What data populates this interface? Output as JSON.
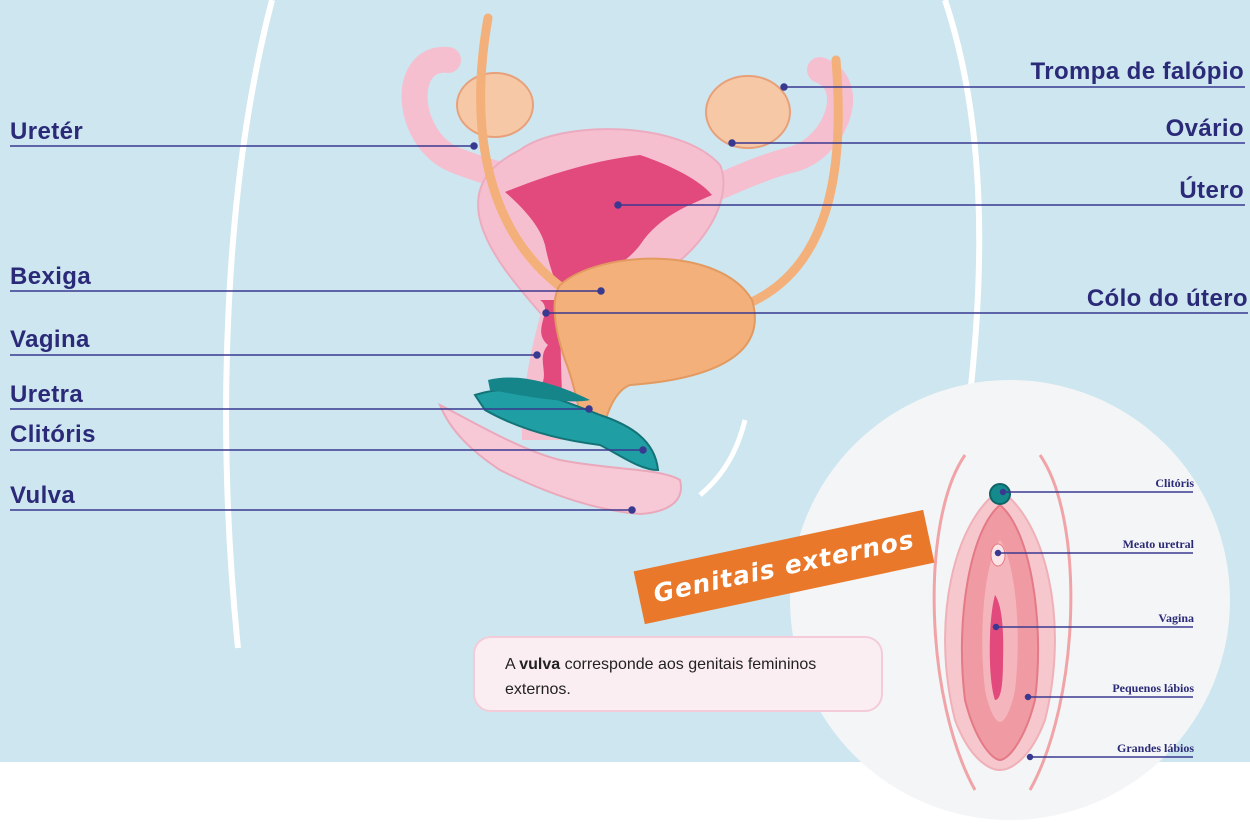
{
  "labels_internal": {
    "ureter": "Uretér",
    "bexiga": "Bexiga",
    "vagina": "Vagina",
    "uretra": "Uretra",
    "clitoris": "Clitóris",
    "vulva": "Vulva",
    "trompa": "Trompa de falópio",
    "ovario": "Ovário",
    "utero": "Útero",
    "colo": "Cólo do útero"
  },
  "banner": "Genitais externos",
  "caption": {
    "prefix": "A ",
    "bold": "vulva",
    "rest": " corresponde aos genitais femininos externos."
  },
  "labels_external": {
    "clitoris": "Clitóris",
    "meato": "Meato uretral",
    "vagina": "Vagina",
    "pequenos": "Pequenos lábios",
    "grandes": "Grandes lábios"
  },
  "colors": {
    "background": "#cde6ef",
    "label_text": "#2b2a78",
    "leader_line": "#3a3990",
    "uterus_outer": "#f6bfd0",
    "uterus_cavity": "#e2497c",
    "bladder": "#f3b07a",
    "clitoris": "#1f9fa3",
    "banner": "#e9782a",
    "caption_bg": "#fbeef3"
  }
}
